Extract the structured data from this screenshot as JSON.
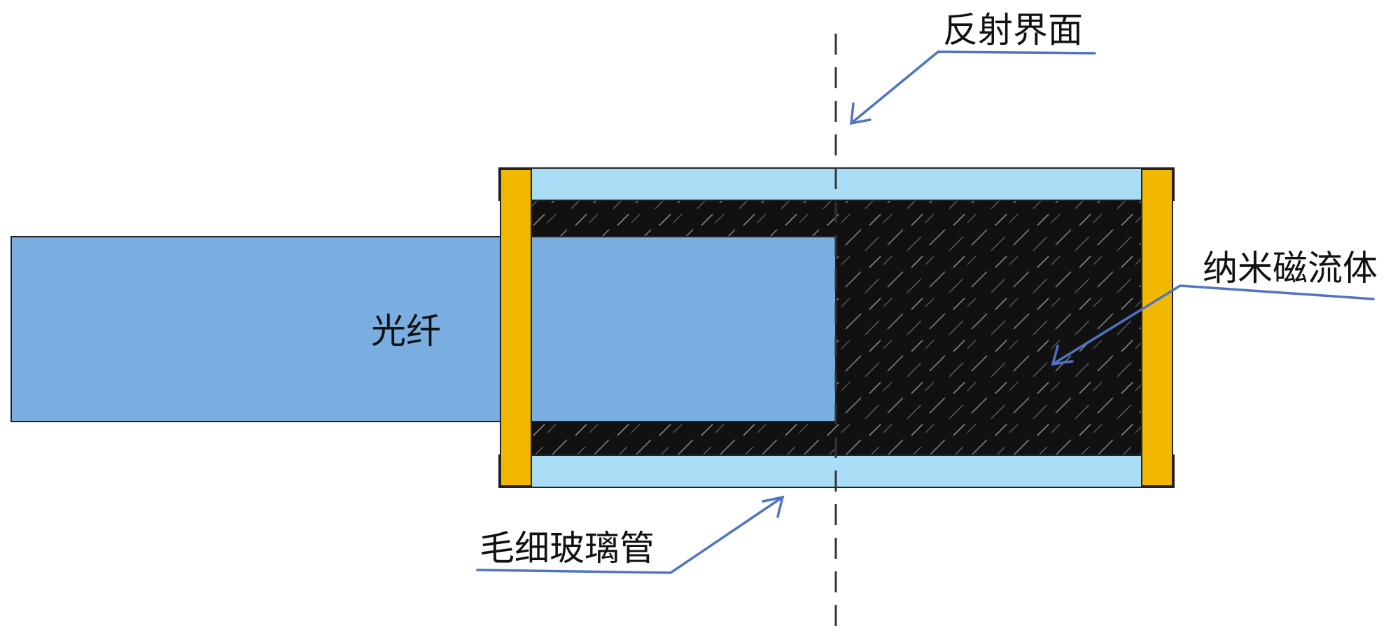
{
  "labels": {
    "reflection_interface": "反射界面",
    "optical_fiber": "光纤",
    "nano_magnetic_fluid": "纳米磁流体",
    "capillary_glass_tube": "毛细玻璃管"
  },
  "colors": {
    "fiber": "#7aaee0",
    "glass_tube": "#a9dcf5",
    "magnetic_fluid": "#111111",
    "seal": "#f2b800",
    "pointer_line": "#4f74c4",
    "outline": "#222222",
    "text": "#111111"
  }
}
